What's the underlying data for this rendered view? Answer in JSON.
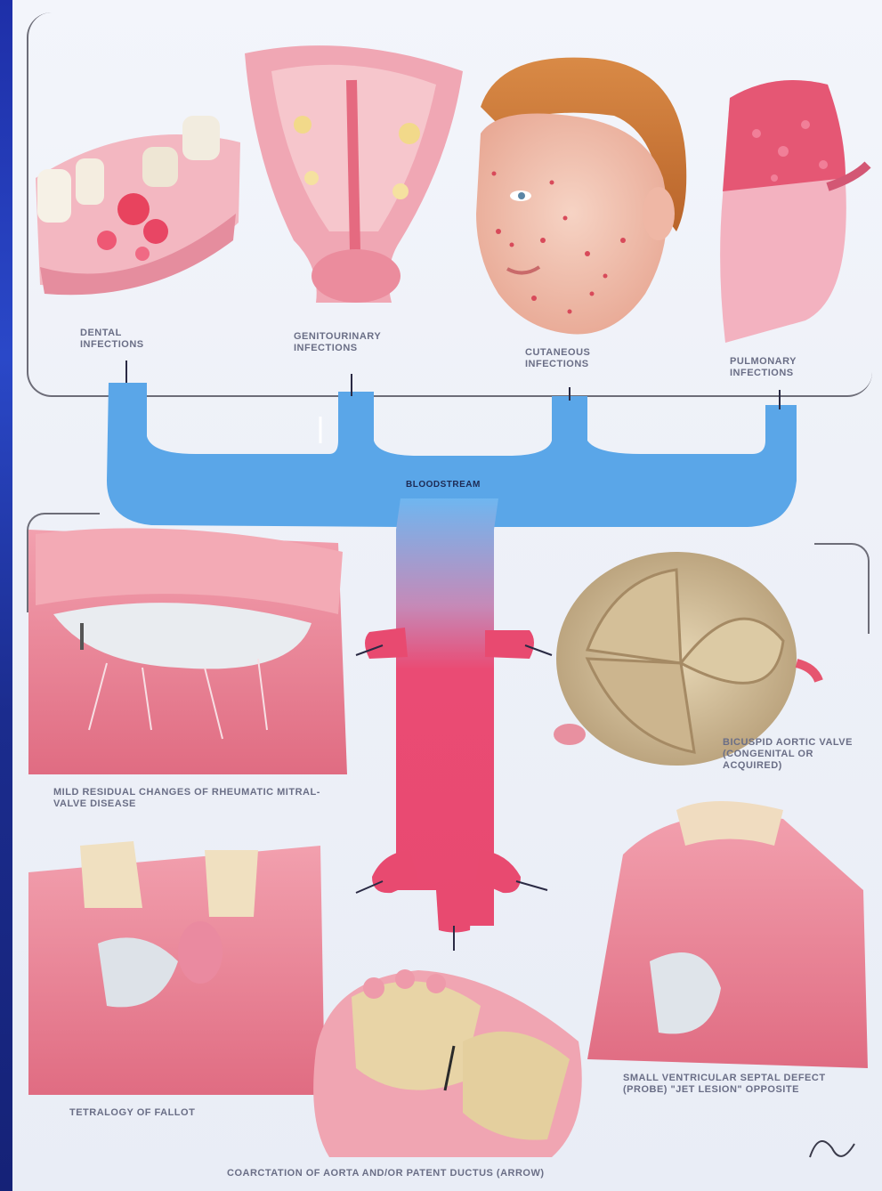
{
  "labels": {
    "dental": "DENTAL INFECTIONS",
    "genitourinary": "GENITOURINARY INFECTIONS",
    "cutaneous": "CUTANEOUS INFECTIONS",
    "pulmonary": "PULMONARY INFECTIONS",
    "bloodstream": "BLOODSTREAM",
    "mitral": "MILD RESIDUAL CHANGES OF RHEUMATIC MITRAL-VALVE DISEASE",
    "bicuspid": "BICUSPID AORTIC VALVE (CONGENITAL OR ACQUIRED)",
    "tetralogy": "TETRALOGY OF FALLOT",
    "septal": "SMALL VENTRICULAR SEPTAL DEFECT (PROBE) \"JET LESION\" OPPOSITE",
    "coarctation": "COARCTATION OF AORTA AND/OR PATENT DUCTUS (ARROW)"
  },
  "colors": {
    "vein_blue": "#5aa6e8",
    "artery_red": "#e8486f",
    "tissue_pink": "#e98a9a",
    "valve_tan": "#d8c49e"
  }
}
